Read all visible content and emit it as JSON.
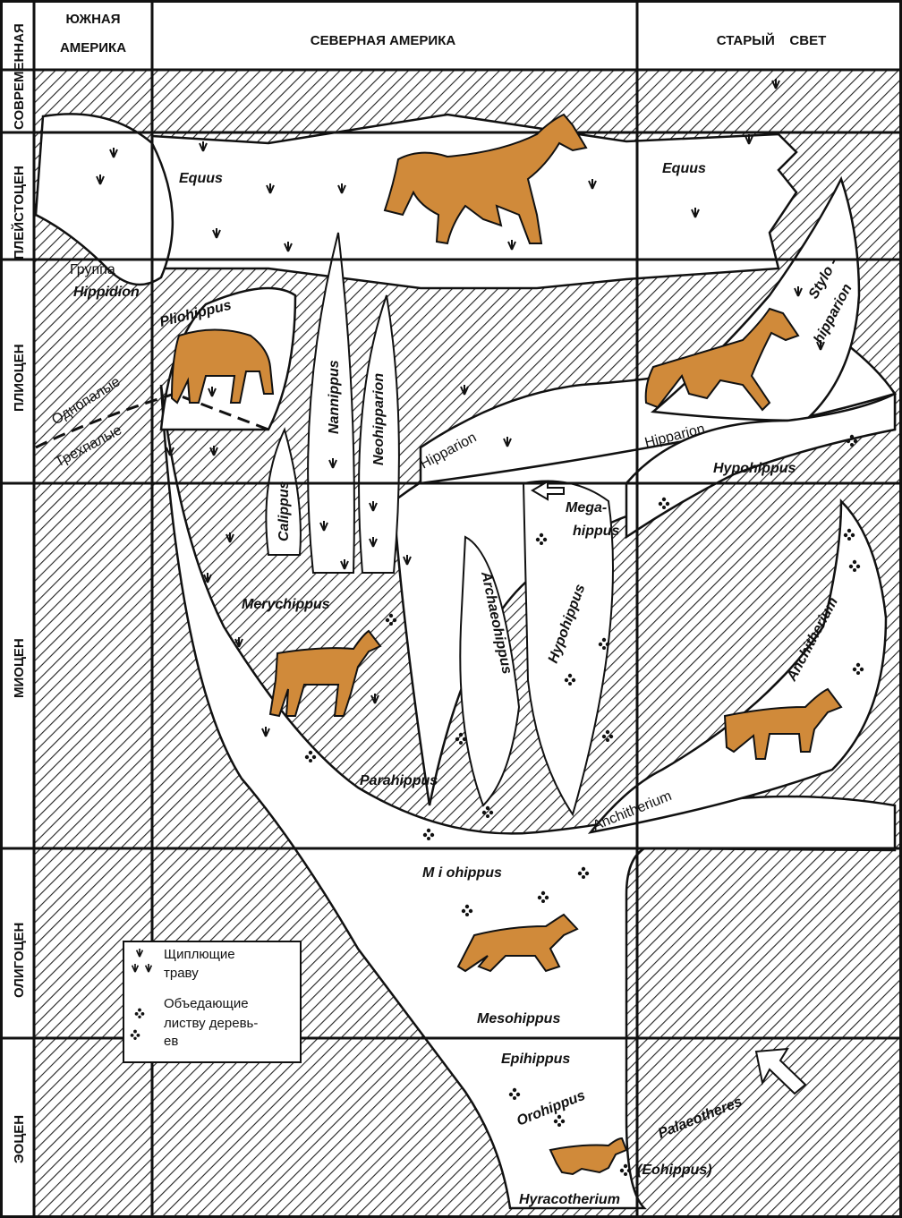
{
  "columns": {
    "south_america": [
      "ЮЖНАЯ",
      "АМЕРИКА"
    ],
    "north_america": "СЕВЕРНАЯ АМЕРИКА",
    "old_world": "СТАРЫЙ    СВЕТ"
  },
  "eras": [
    "СОВРЕМЕННАЯ",
    "ПЛЕЙСТОЦЕН",
    "ПЛИОЦЕН",
    "МИОЦЕН",
    "ОЛИГОЦЕН",
    "ЭОЦЕН"
  ],
  "labels": {
    "equus_na": "Equus",
    "equus_ow": "Equus",
    "hippidion_group": "Группа",
    "hippidion": "Hippidion",
    "pliohippus": "Pliohippus",
    "nannippus": "Nannippus",
    "neohipparion": "Neohipparion",
    "calippus": "Calippus",
    "odnopalye": "Однопалые",
    "trehpalye": "Трехпалые",
    "hipparion_na": "Hipparion",
    "hipparion_ow": "Hipparion",
    "stylohipparion_1": "Stylo -",
    "stylohipparion_2": "hipparion",
    "hypohippus": "Hypohippus",
    "megahippus_1": "Mega-",
    "megahippus_2": "hippus",
    "hypohippus2": "Hypohippus",
    "archaeohippus": "Archaeohippus",
    "merychippus": "Merychippus",
    "parahippus": "Parahippus",
    "anchitherium_ow": "Anchitherium",
    "anchitherium": "Anchitherium",
    "miohippus": "M i ohippus",
    "mesohippus": "Mesohippus",
    "epihippus": "Epihippus",
    "orohippus": "Orohippus",
    "palaeotheres": "Palaeotheres",
    "eohippus": "(Eohippus)",
    "hyracotherium": "Hyracotherium"
  },
  "legend": {
    "grazers": [
      "Щиплющие",
      "траву"
    ],
    "browsers": [
      "Объедающие",
      "листву деревь-",
      "ев"
    ]
  },
  "colors": {
    "horse": "#d08a3a",
    "ink": "#111111",
    "hatch": "#222222",
    "paper": "#ffffff"
  },
  "icons": {
    "grazer": "grass-tuft-icon",
    "browser": "leaf-cluster-icon",
    "horse": "horse-silhouette-icon",
    "arrow": "dispersal-arrow-icon"
  }
}
